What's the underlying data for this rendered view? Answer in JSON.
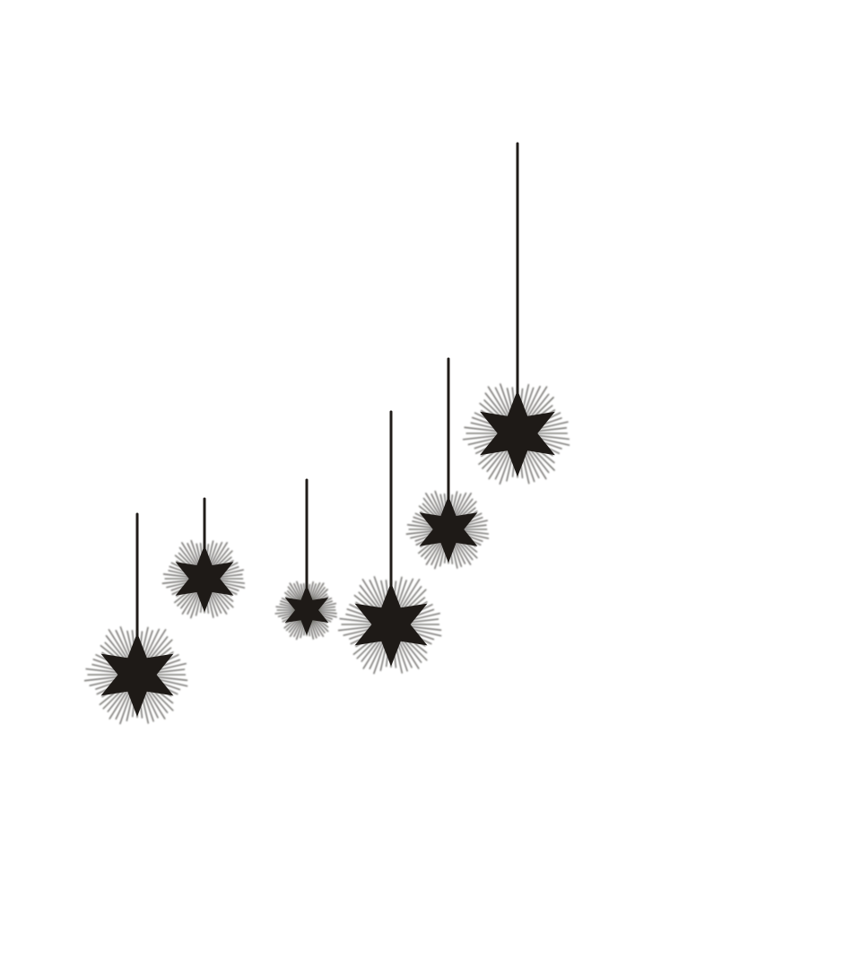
{
  "scene": {
    "background_color": "#ffffff",
    "star_color": "#1e1a17",
    "spike_color": "#2a2522",
    "cord_color": "#201c19",
    "ornaments": [
      {
        "id": "ornament-1",
        "icon": "hanging-star-icon"
      },
      {
        "id": "ornament-2",
        "icon": "hanging-star-icon"
      },
      {
        "id": "ornament-3",
        "icon": "hanging-star-icon"
      },
      {
        "id": "ornament-4",
        "icon": "hanging-star-icon"
      },
      {
        "id": "ornament-5",
        "icon": "hanging-star-icon"
      },
      {
        "id": "ornament-6",
        "icon": "hanging-star-icon"
      }
    ]
  }
}
